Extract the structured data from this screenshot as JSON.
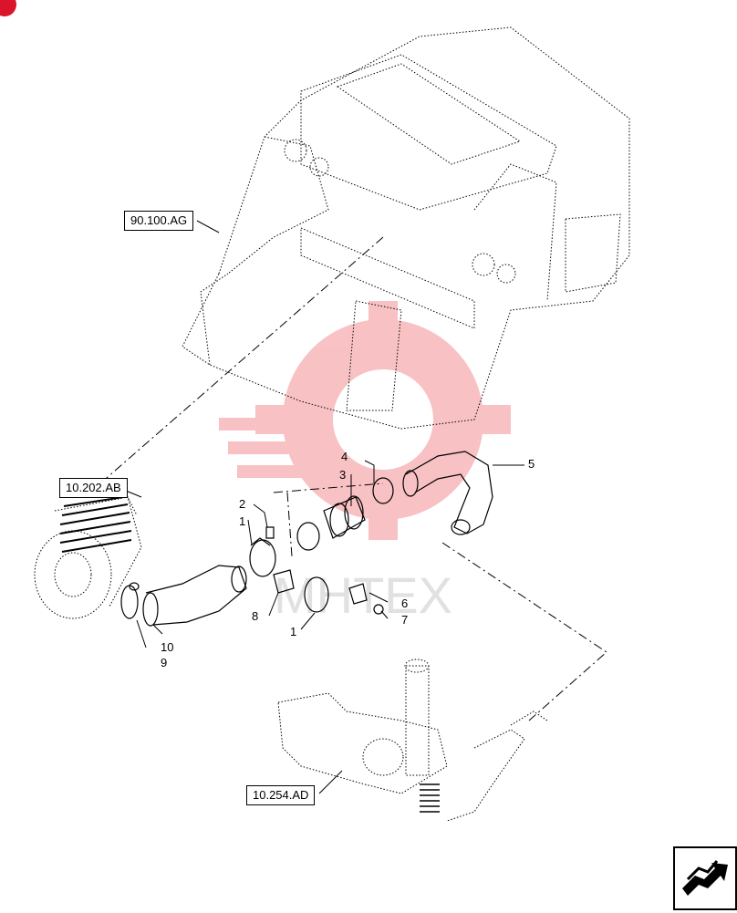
{
  "references": {
    "frame": "90.100.AG",
    "air_filter": "10.202.AB",
    "turbocharger": "10.254.AD"
  },
  "callouts": [
    "1",
    "2",
    "3",
    "4",
    "5",
    "6",
    "7",
    "8",
    "9",
    "10",
    "1"
  ],
  "watermark": {
    "text": "MHTEX",
    "color": "#e8232e"
  },
  "colors": {
    "line": "#000000",
    "accent": "#d9142b"
  },
  "nav_icon": "next-page-arrow-icon"
}
